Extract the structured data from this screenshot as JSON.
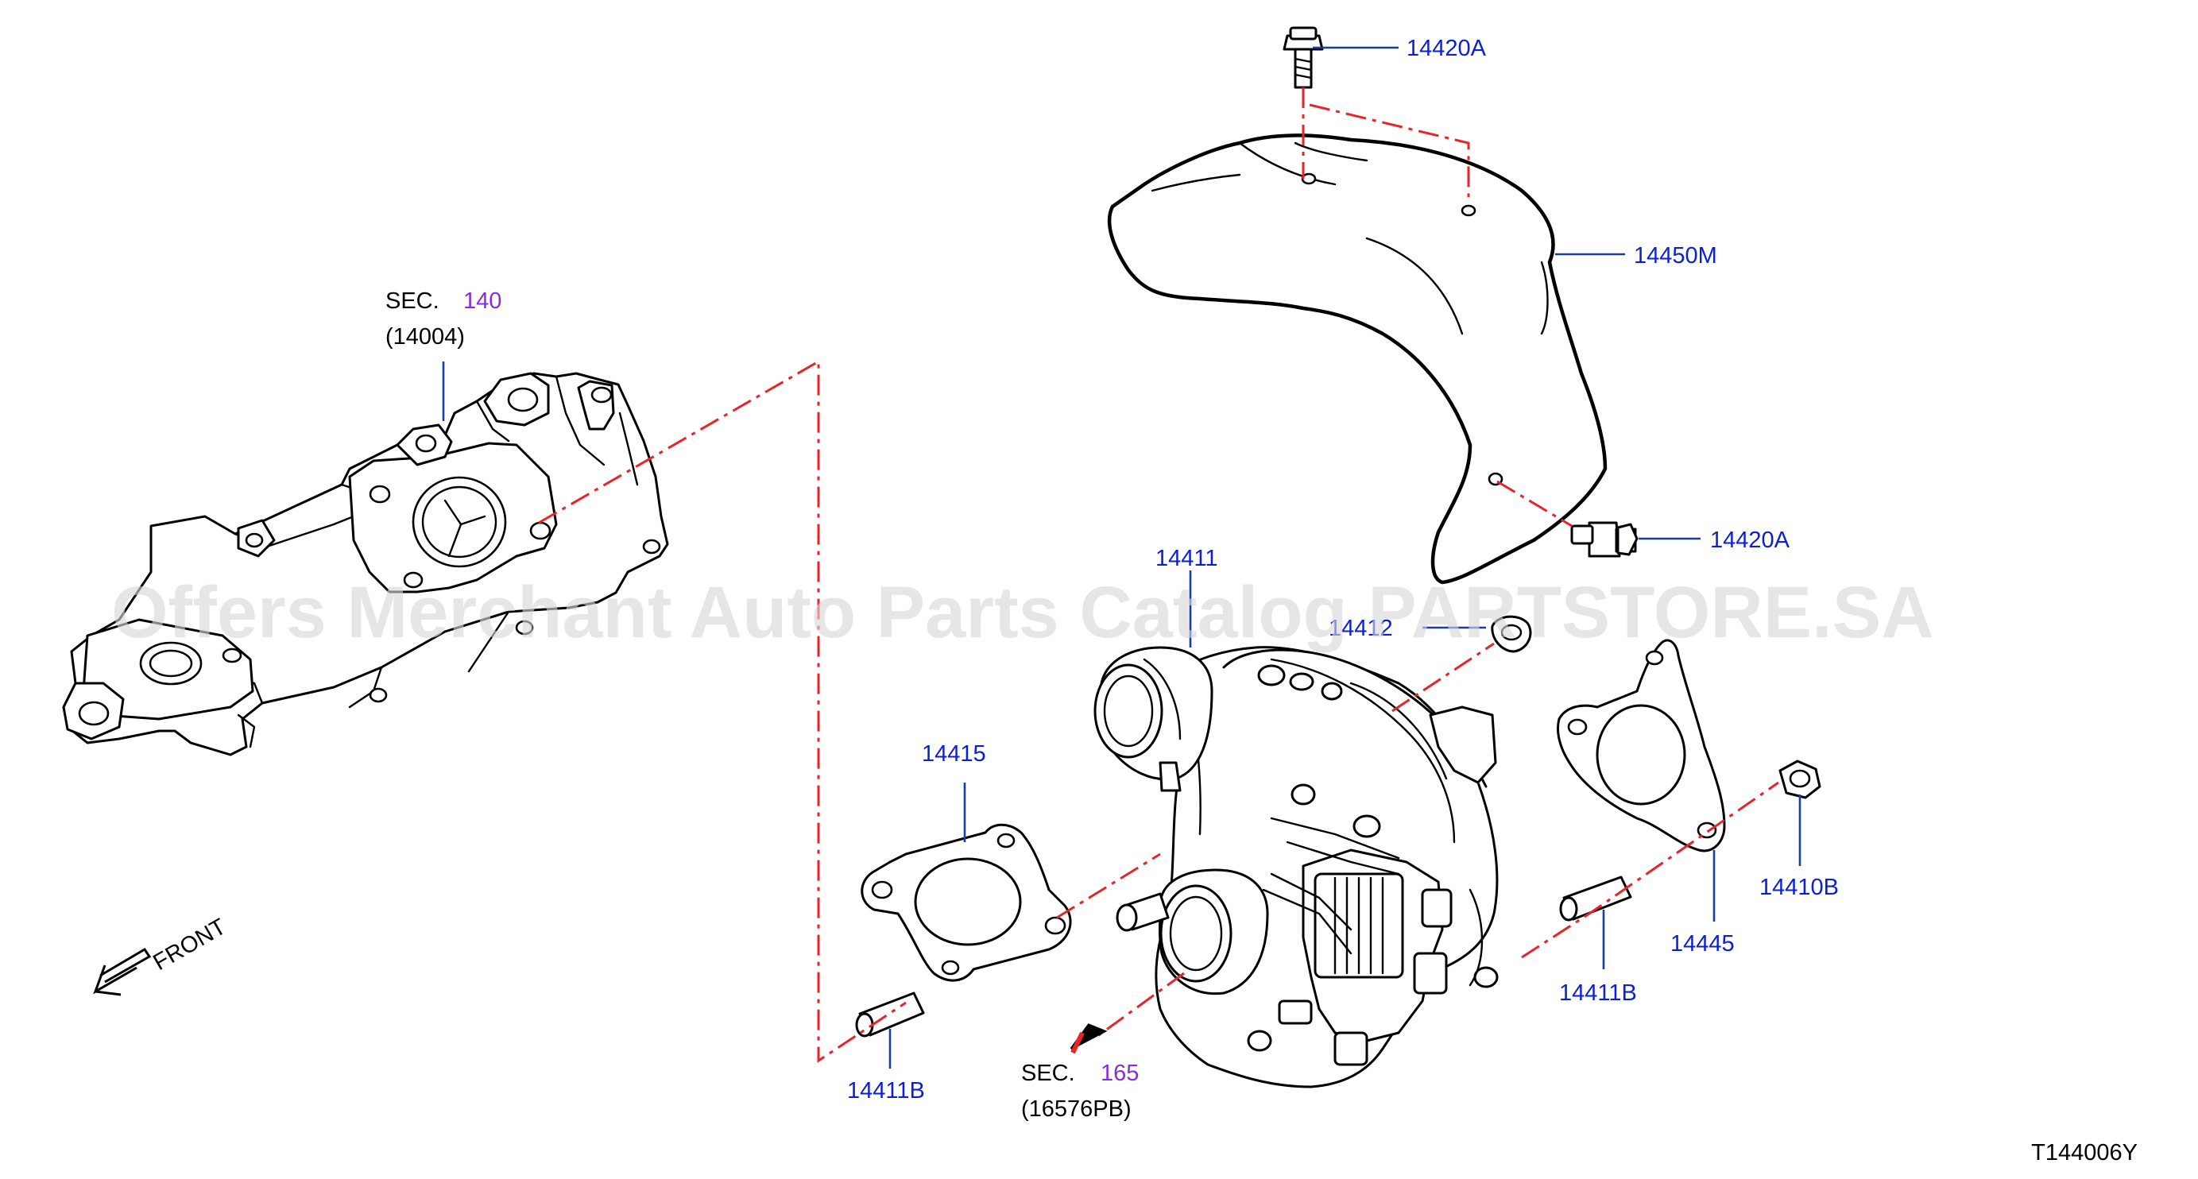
{
  "colors": {
    "label_blue": "#0b1fd6",
    "section_purple": "#8a2be2",
    "dash_red": "#e8242a",
    "leader_blue": "#1b3ca8",
    "line": "#000000"
  },
  "watermark": "Offers Merchant Auto Parts Catalog PARTSTORE.SA",
  "diagram_code": "T144006Y",
  "front_label": "FRONT",
  "sections": [
    {
      "prefix": "SEC.",
      "number": "140",
      "ref": "(14004)"
    },
    {
      "prefix": "SEC.",
      "number": "165",
      "ref": "(16576PB)"
    }
  ],
  "parts": [
    {
      "code": "14420A"
    },
    {
      "code": "14450M"
    },
    {
      "code": "14420A"
    },
    {
      "code": "14411"
    },
    {
      "code": "14412"
    },
    {
      "code": "14415"
    },
    {
      "code": "14445"
    },
    {
      "code": "14410B"
    },
    {
      "code": "14411B"
    },
    {
      "code": "14411B"
    }
  ]
}
